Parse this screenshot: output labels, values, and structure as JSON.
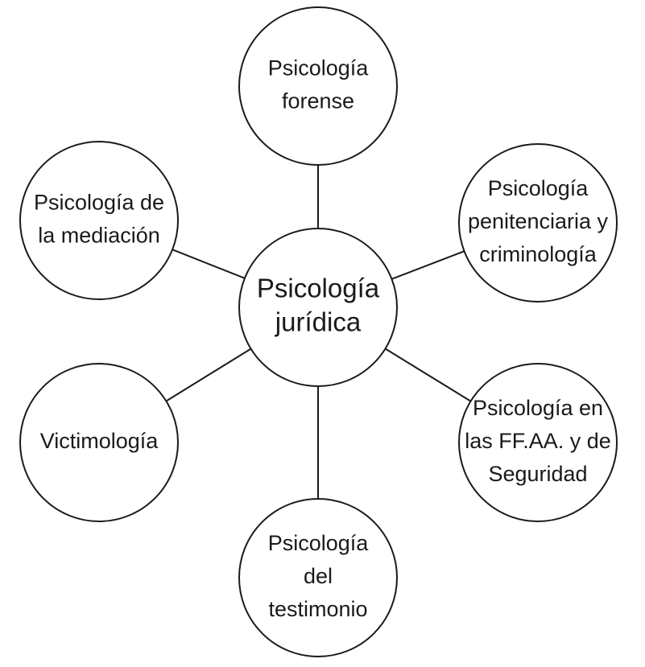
{
  "diagram": {
    "center": {
      "id": "juridica",
      "lines": [
        "Psicología",
        "jurídica"
      ]
    },
    "nodes": [
      {
        "id": "forense",
        "lines": [
          "Psicología",
          "forense"
        ]
      },
      {
        "id": "penitenciaria",
        "lines": [
          "Psicología",
          "penitenciaria y",
          "criminología"
        ]
      },
      {
        "id": "ffaa",
        "lines": [
          "Psicología en",
          "las FF.AA. y de",
          "Seguridad"
        ]
      },
      {
        "id": "testimonio",
        "lines": [
          "Psicología",
          "del",
          "testimonio"
        ]
      },
      {
        "id": "victimologia",
        "lines": [
          "Victimología"
        ]
      },
      {
        "id": "mediacion",
        "lines": [
          "Psicología de",
          "la mediación"
        ]
      }
    ]
  }
}
